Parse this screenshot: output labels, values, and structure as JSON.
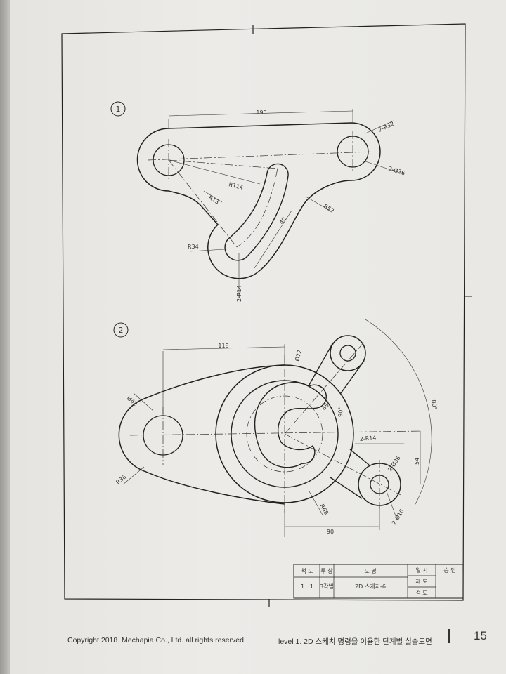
{
  "figure1": {
    "number": "1",
    "dims": {
      "d190": "190",
      "r32": "2-R32",
      "d36": "2-Ø36",
      "r114": "R114",
      "r13": "R13",
      "r52": "R52",
      "d40": "40",
      "r34": "R34",
      "r14": "2-R14"
    }
  },
  "figure2": {
    "number": "2",
    "dims": {
      "d118": "118",
      "d42": "Ø42",
      "d72": "Ø72",
      "a45": "45°",
      "a80": "80°",
      "a90": "90°",
      "r14": "2-R14",
      "d36": "2-Ø36",
      "d54": "54",
      "d16": "2-Ø16",
      "r38": "R38",
      "r68": "R68",
      "d90": "90"
    }
  },
  "title_block": {
    "scale_header": "척 도",
    "projection_header": "투 상",
    "name_header": "도  명",
    "date_header": "일  시",
    "approve_header": "승  인",
    "scale": "1 : 1",
    "projection": "3각법",
    "name": "2D 스케치-6",
    "drawn": "제 도",
    "checked": "검 도"
  },
  "footer": {
    "copyright": "Copyright 2018. Mechapia Co., Ltd. all rights reserved.",
    "chapter": "level 1. 2D 스케치 명령을 이용한 단계별 실습도면",
    "page_number": "15"
  }
}
